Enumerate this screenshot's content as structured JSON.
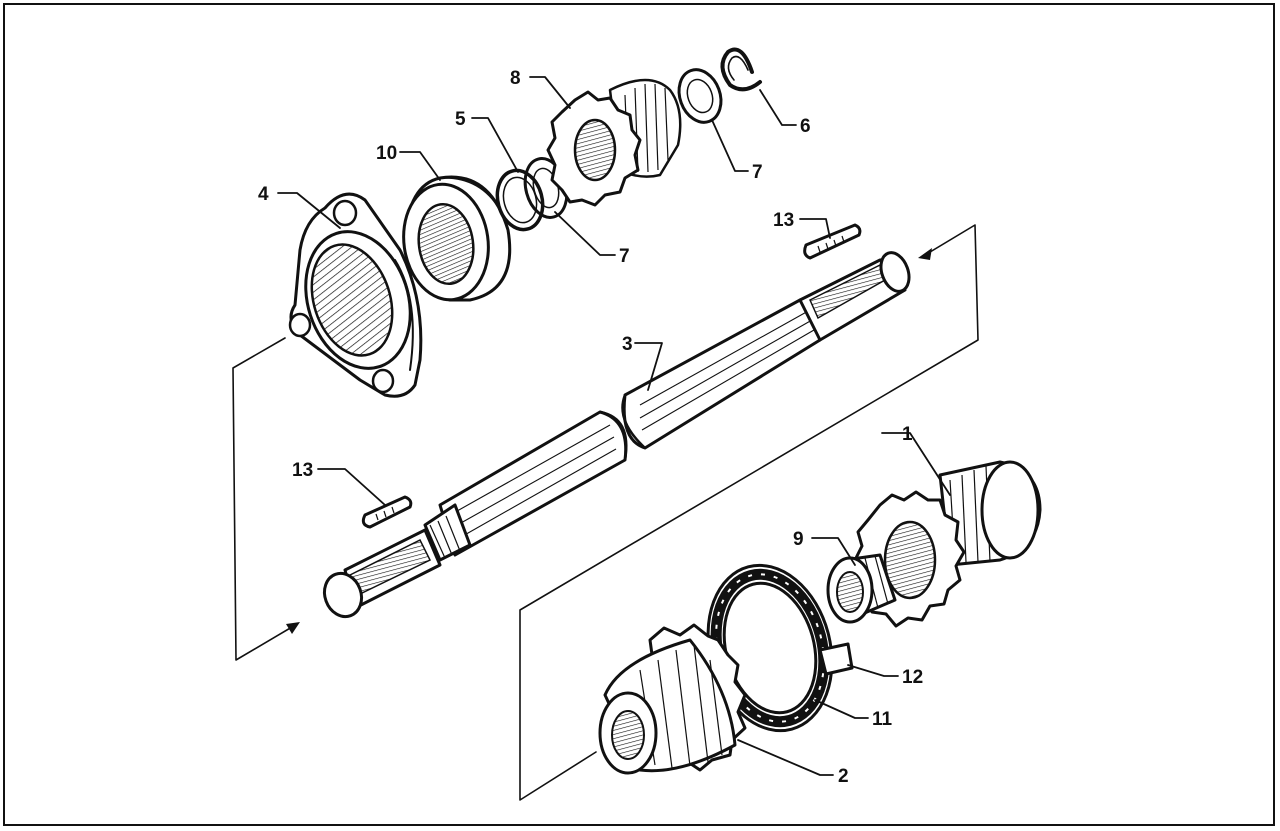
{
  "labels": {
    "part_1": "1",
    "part_2": "2",
    "part_3": "3",
    "part_4": "4",
    "part_5": "5",
    "part_6": "6",
    "part_7_upper": "7",
    "part_7_lower": "7",
    "part_8": "8",
    "part_9": "9",
    "part_10": "10",
    "part_11": "11",
    "part_12": "12",
    "part_13_upper": "13",
    "part_13_lower": "13"
  }
}
